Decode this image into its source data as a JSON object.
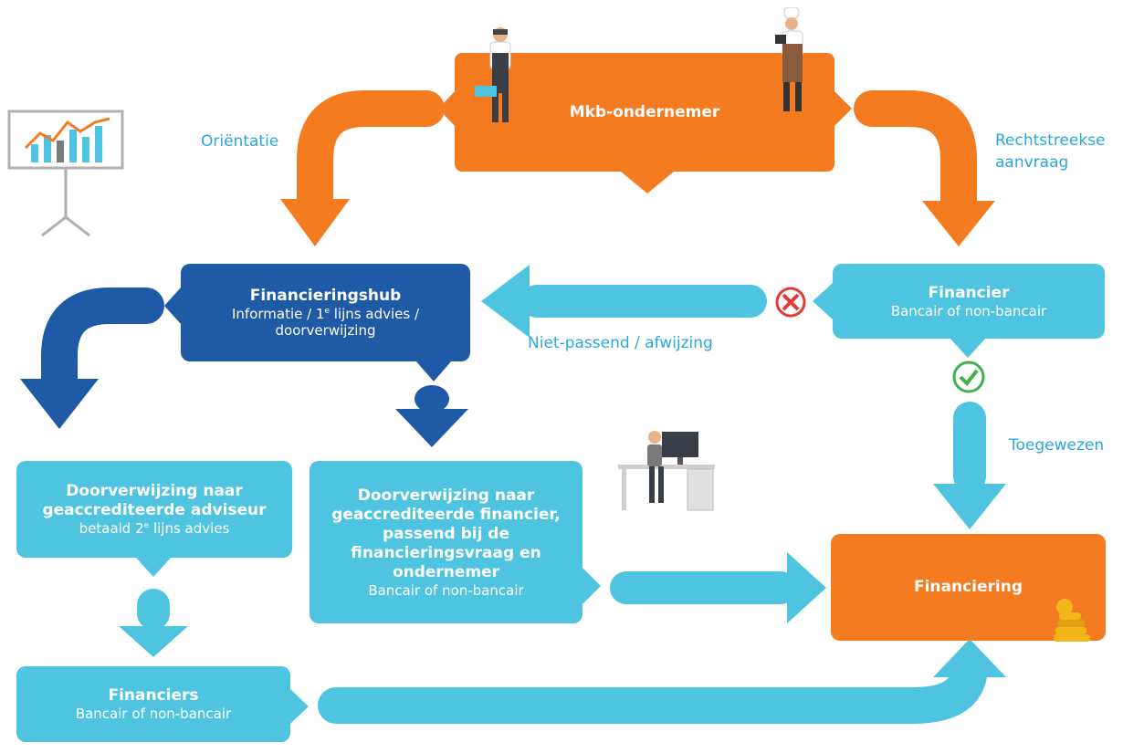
{
  "nodes": {
    "mkb": {
      "title": "Mkb-ondernemer"
    },
    "hub": {
      "title": "Financieringshub",
      "line1_pre": "Informatie / 1",
      "line1_sup": "e",
      "line1_post": " lijns advies /",
      "line2": "doorverwijzing"
    },
    "financier": {
      "title": "Financier",
      "sub": "Bancair of non-bancair"
    },
    "adviseur": {
      "title_line1": "Doorverwijzing naar",
      "title_line2": "geaccrediteerde adviseur",
      "sub_pre": "betaald 2",
      "sub_sup": "e",
      "sub_post": " lijns advies"
    },
    "geacc_financier": {
      "title_line1": "Doorverwijzing naar",
      "title_line2": "geaccrediteerde financier,",
      "title_line3": "passend bij de",
      "title_line4": "financieringsvraag en",
      "title_line5": "ondernemer",
      "sub": "Bancair of non-bancair"
    },
    "financiering": {
      "title": "Financiering"
    },
    "financiers": {
      "title": "Financiers",
      "sub": "Bancair of non-bancair"
    }
  },
  "edge_labels": {
    "orientatie": "Oriëntatie",
    "rechtstreekse_1": "Rechtstreekse",
    "rechtstreekse_2": "aanvraag",
    "niet_passend": "Niet-passend / afwijzing",
    "toegewezen": "Toegewezen"
  },
  "colors": {
    "orange": "#f47b20",
    "light_blue": "#4fc4e0",
    "dark_blue": "#1f5aa6",
    "label_blue": "#29a8df",
    "reject_red": "#e53935",
    "accept_green": "#3fb04a",
    "coin_gold": "#f2b51a"
  },
  "icons": [
    "presentation-chart-icon",
    "worker-person-icon",
    "chef-person-icon",
    "office-desk-person-icon",
    "reject-cross-icon",
    "accept-check-icon",
    "gold-coins-icon"
  ]
}
